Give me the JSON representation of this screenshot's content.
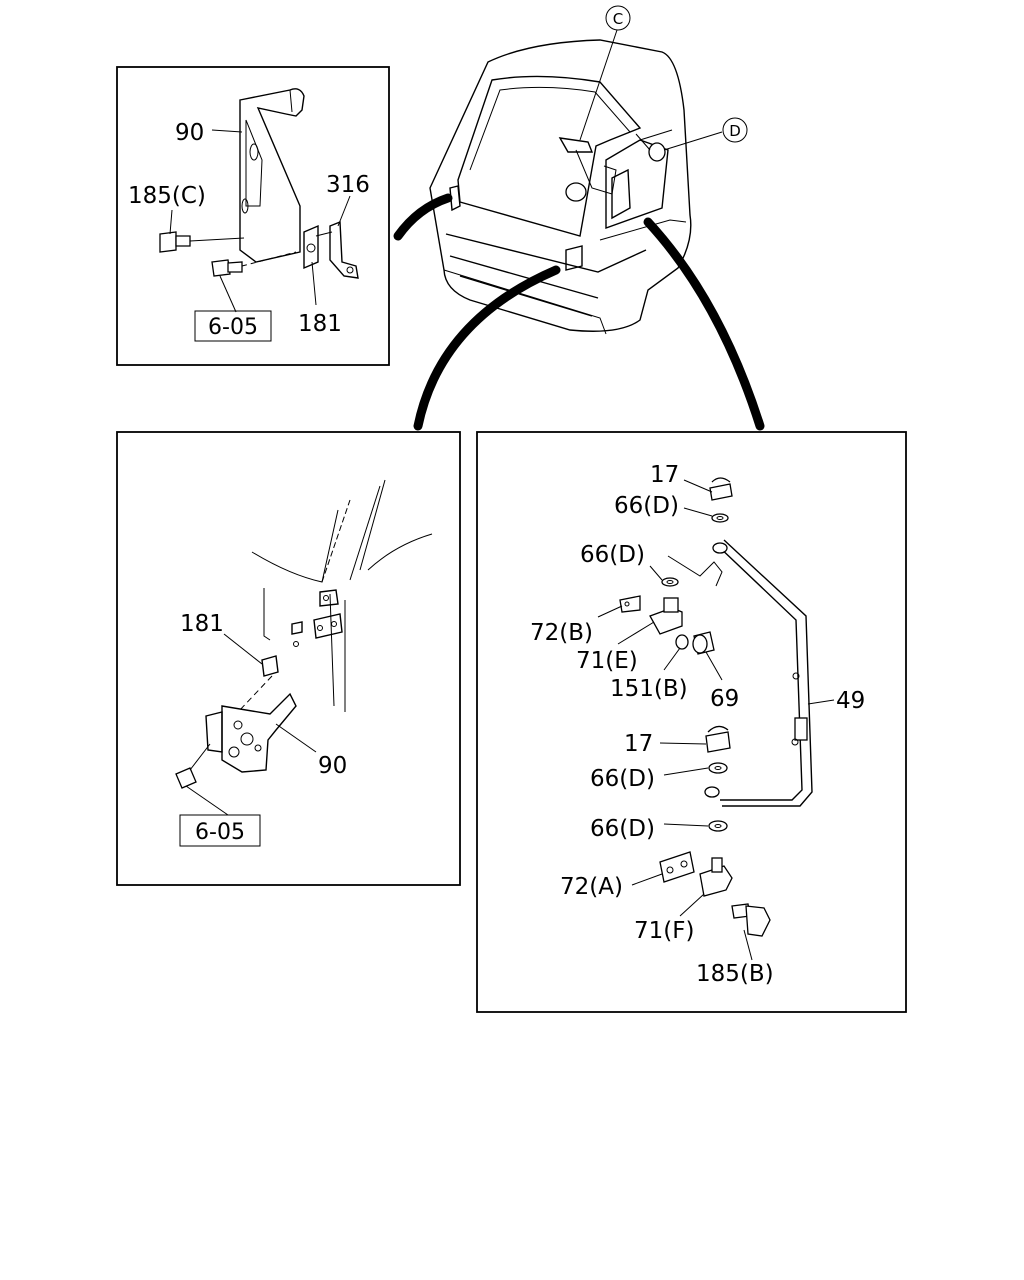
{
  "callouts": {
    "top_c": "C",
    "top_d": "D"
  },
  "inset_top_left": {
    "p90": "90",
    "p185c": "185(C)",
    "p316": "316",
    "ref": "6-05",
    "p181": "181"
  },
  "inset_bottom_left": {
    "p181": "181",
    "p90": "90",
    "ref": "6-05"
  },
  "inset_right": {
    "p17_top": "17",
    "p66d_1": "66(D)",
    "p66d_2": "66(D)",
    "p72b": "72(B)",
    "p71e": "71(E)",
    "p151b": "151(B)",
    "p69": "69",
    "p49": "49",
    "p17_mid": "17",
    "p66d_3": "66(D)",
    "p66d_4": "66(D)",
    "p72a": "72(A)",
    "p71f": "71(F)",
    "p185b": "185(B)"
  }
}
